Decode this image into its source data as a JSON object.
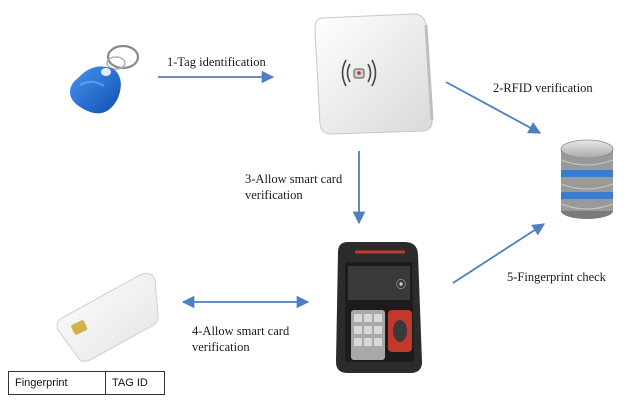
{
  "steps": {
    "step1": "1-Tag identification",
    "step2": "2-RFID verification",
    "step3_line1": "3-Allow smart card",
    "step3_line2": "verification",
    "step4_line1": "4-Allow smart card",
    "step4_line2": "verification",
    "step5": "5-Fingerprint check"
  },
  "card_table": {
    "col1": "Fingerprint",
    "col2": "TAG ID"
  },
  "icons": {
    "tag": "rfid-keyfob-icon",
    "reader": "rfid-reader-icon",
    "database": "database-icon",
    "terminal": "fingerprint-terminal-icon",
    "card": "smart-card-icon"
  },
  "colors": {
    "arrow": "#4f7fc0",
    "keyfob": "#1f6fd6",
    "reader_body": "#f3f3f3",
    "terminal_body": "#2b2b2b",
    "db_stripe": "#3b7bd1"
  }
}
